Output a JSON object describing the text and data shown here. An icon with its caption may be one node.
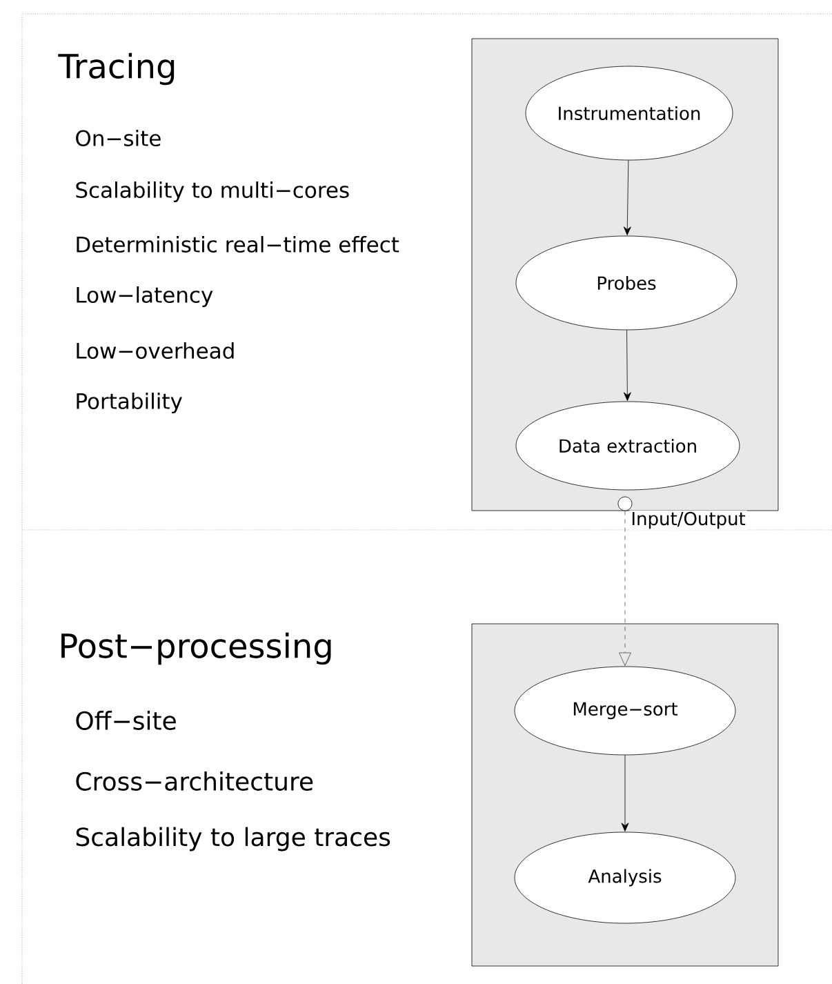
{
  "diagram": {
    "nodes": [
      {
        "text": [],
        "shape": "box"
      },
      {
        "text": [
          "Instrumentation"
        ],
        "in": 0
      },
      {
        "text": [
          "Probes"
        ],
        "in": 0
      },
      {
        "text": [
          "Data extraction"
        ],
        "in": 0
      },
      {
        "text": [],
        "shape": "box"
      },
      {
        "text": [
          "Merge−sort"
        ],
        "in": 4
      },
      {
        "text": [
          "Analysis"
        ],
        "in": 4
      }
    ],
    "edges": [
      {
        "from": 1,
        "to": 2,
        "arrow": "to"
      },
      {
        "from": 2,
        "to": 3,
        "arrow": "to"
      },
      {
        "from": 0,
        "to": 5,
        "arrow": "to",
        "style": "dashed",
        "label": "Input/Output"
      },
      {
        "from": 5,
        "to": 6,
        "arrow": "to"
      }
    ],
    "labels": [
      "Tracing",
      "On−site",
      "Scalability to multi−cores",
      "Deterministic real−time effect",
      "Low−latency",
      "Low−overhead",
      "Portability",
      "Post−processing",
      "Off−site",
      "Cross−architecture",
      "Scalability to large traces"
    ]
  }
}
